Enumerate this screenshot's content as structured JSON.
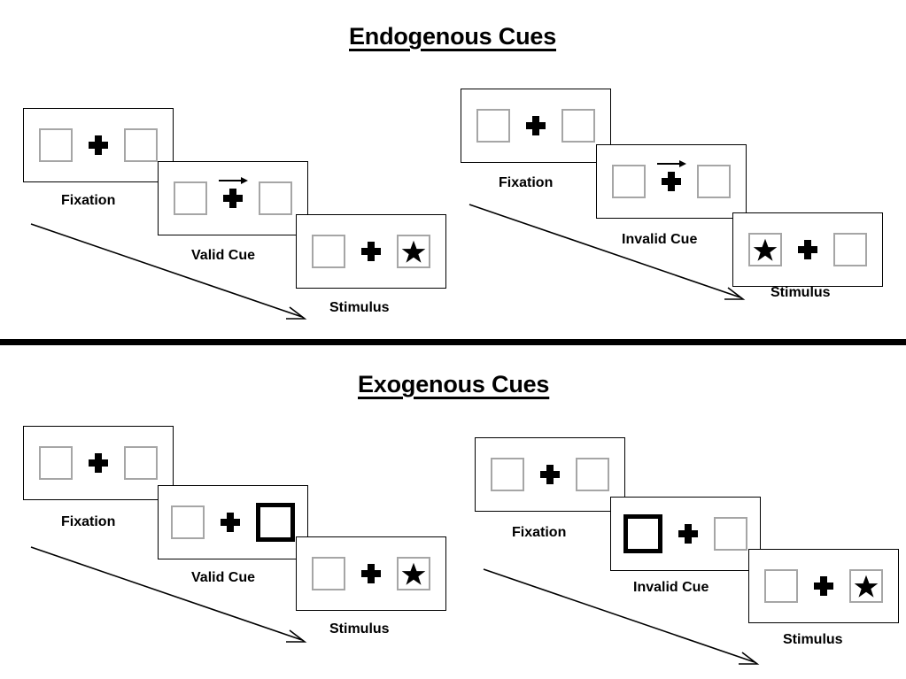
{
  "figure": {
    "sections": [
      {
        "id": "endogenous",
        "title": "Endogenous Cues",
        "cue_type": "arrow",
        "sequences": [
          {
            "id": "endogenous-valid",
            "validity": "valid",
            "frames": [
              {
                "caption": "Fixation",
                "cue": "none",
                "stimulus_side": "none"
              },
              {
                "caption": "Valid Cue",
                "cue": "arrow-right",
                "stimulus_side": "none"
              },
              {
                "caption": "Stimulus",
                "cue": "none",
                "stimulus_side": "right"
              }
            ]
          },
          {
            "id": "endogenous-invalid",
            "validity": "invalid",
            "frames": [
              {
                "caption": "Fixation",
                "cue": "none",
                "stimulus_side": "none"
              },
              {
                "caption": "Invalid Cue",
                "cue": "arrow-right",
                "stimulus_side": "none"
              },
              {
                "caption": "Stimulus",
                "cue": "none",
                "stimulus_side": "left"
              }
            ]
          }
        ]
      },
      {
        "id": "exogenous",
        "title": "Exogenous Cues",
        "cue_type": "box-flash",
        "sequences": [
          {
            "id": "exogenous-valid",
            "validity": "valid",
            "frames": [
              {
                "caption": "Fixation",
                "cue": "none",
                "stimulus_side": "none"
              },
              {
                "caption": "Valid Cue",
                "cue": "box-right",
                "stimulus_side": "none"
              },
              {
                "caption": "Stimulus",
                "cue": "none",
                "stimulus_side": "right"
              }
            ]
          },
          {
            "id": "exogenous-invalid",
            "validity": "invalid",
            "frames": [
              {
                "caption": "Fixation",
                "cue": "none",
                "stimulus_side": "none"
              },
              {
                "caption": "Invalid Cue",
                "cue": "box-left",
                "stimulus_side": "none"
              },
              {
                "caption": "Stimulus",
                "cue": "none",
                "stimulus_side": "right"
              }
            ]
          }
        ]
      }
    ],
    "colors": {
      "box_border": "#a6a6a6",
      "cue_border": "#000000",
      "panel_border": "#000000",
      "ink": "#000000",
      "background": "#ffffff"
    },
    "icons": {
      "fixation": "plus-icon",
      "target": "star-icon",
      "endogenous_cue": "arrow-right-icon",
      "time_flow": "timeline-arrow-icon"
    }
  }
}
